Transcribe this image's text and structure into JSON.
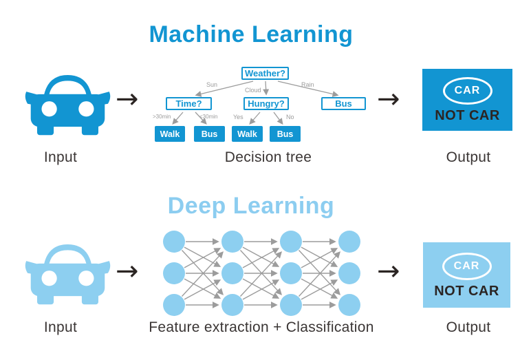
{
  "colors": {
    "blue": "#1295d2",
    "light_blue": "#8dcff0",
    "connector_gray": "#9c9c9c",
    "edge_label_gray": "#9b9b9b",
    "caption_dark": "#3a3534",
    "arrow_black": "#2b2523"
  },
  "icons": {
    "flow_arrow": "→"
  },
  "machine_learning": {
    "title": "Machine Learning",
    "input_label": "Input",
    "process_label": "Decision tree",
    "output_label": "Output",
    "decision_tree": {
      "root": "Weather?",
      "branch_labels": {
        "sun": "Sun",
        "cloud": "Cloud",
        "rain": "Rain",
        "gt30": ">30min",
        "lt30": "<30min",
        "yes": "Yes",
        "no": "No"
      },
      "nodes": {
        "time": "Time?",
        "hungry": "Hungry?",
        "bus": "Bus"
      },
      "leaves": [
        "Walk",
        "Bus",
        "Walk",
        "Bus"
      ]
    },
    "output_box": {
      "primary": "CAR",
      "secondary": "NOT CAR"
    }
  },
  "deep_learning": {
    "title": "Deep Learning",
    "input_label": "Input",
    "process_label": "Feature extraction + Classification",
    "output_label": "Output",
    "network": {
      "layers": 4,
      "nodes_per_layer": 3
    },
    "output_box": {
      "primary": "CAR",
      "secondary": "NOT CAR"
    }
  }
}
